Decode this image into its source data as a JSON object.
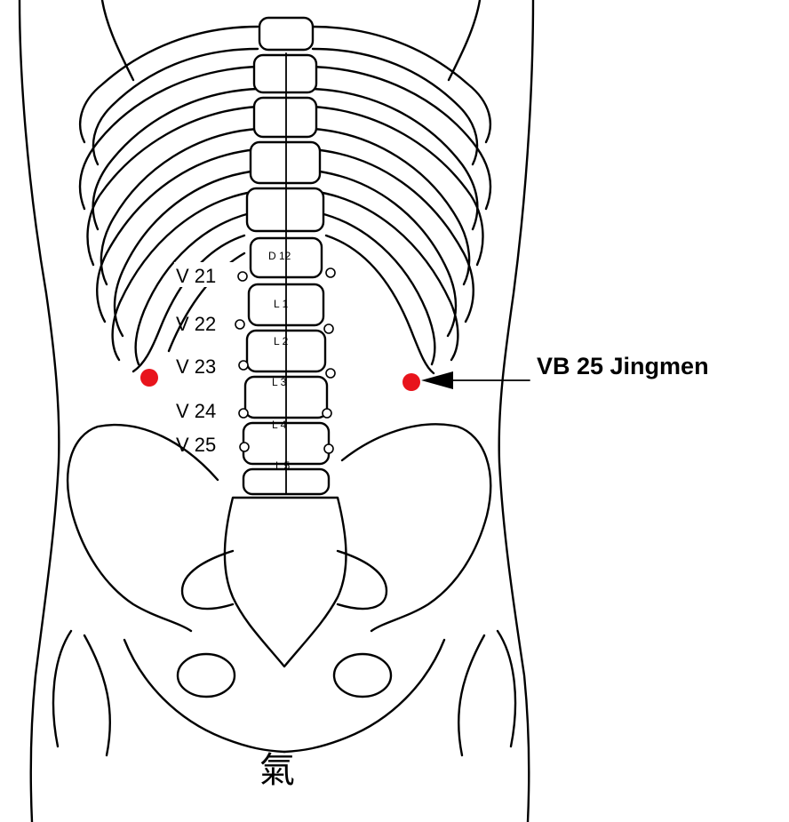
{
  "accent_color": "#e8141c",
  "point_label": "VB 25 Jingmen",
  "bladder_points": [
    "V 21",
    "V 22",
    "V 23",
    "V 24",
    "V 25"
  ],
  "vertebrae": [
    "D 12",
    "L 1",
    "L 2",
    "L 3",
    "L 4",
    "L 5"
  ],
  "qi_symbol": "氣"
}
